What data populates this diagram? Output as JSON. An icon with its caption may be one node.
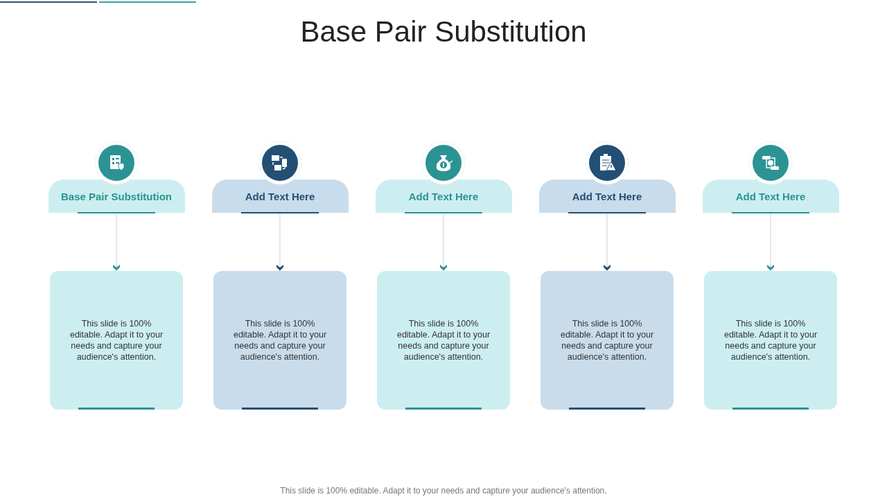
{
  "diagram": {
    "title": "Base Pair Substitution",
    "caption": "This slide is 100% editable. Adapt it to your needs and capture your audience's attention.",
    "nodes": [
      {
        "text": [
          "Base Pair Substitution"
        ]
      },
      {
        "text": [
          "This slide is 100% editable. Adapt it to your needs and capture your audience's attention."
        ]
      },
      {
        "text": [
          "Add Text Here"
        ]
      },
      {
        "text": [
          "This slide is 100% editable. Adapt it to your needs and capture your audience's attention."
        ]
      },
      {
        "text": [
          "Add Text Here"
        ]
      },
      {
        "text": [
          "This slide is 100% editable. Adapt it to your needs and capture your audience's attention."
        ]
      },
      {
        "text": [
          "Add Text Here"
        ]
      },
      {
        "text": [
          "This slide is 100% editable. Adapt it to your needs and capture your audience's attention."
        ]
      },
      {
        "text": [
          "Add Text Here"
        ]
      },
      {
        "text": [
          "This slide is 100% editable. Adapt it to your needs and capture your audience's attention."
        ]
      }
    ],
    "edges": [
      {
        "from": 0,
        "to": 1,
        "arrow": "to"
      },
      {
        "from": 2,
        "to": 3,
        "arrow": "to"
      },
      {
        "from": 4,
        "to": 5,
        "arrow": "to"
      },
      {
        "from": 6,
        "to": 7,
        "arrow": "to"
      },
      {
        "from": 8,
        "to": 9,
        "arrow": "to"
      }
    ]
  }
}
